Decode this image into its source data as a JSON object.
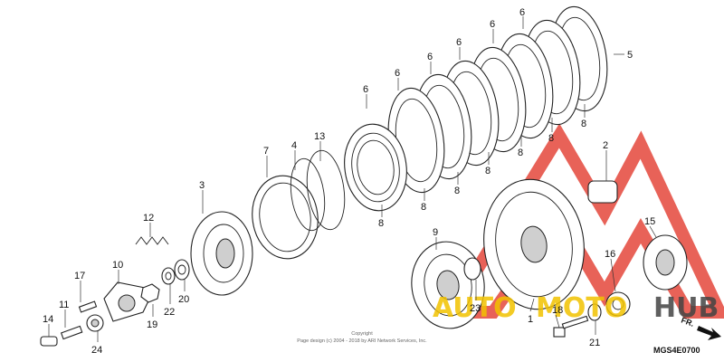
{
  "labels": {
    "l1": "1",
    "l2": "2",
    "l3": "3",
    "l4": "4",
    "l5": "5",
    "l6": "6",
    "l7": "7",
    "l8": "8",
    "l9": "9",
    "l10": "10",
    "l11": "11",
    "l12": "12",
    "l13": "13",
    "l14": "14",
    "l15": "15",
    "l16": "16",
    "l17": "17",
    "l18": "18",
    "l19": "19",
    "l20": "20",
    "l21": "21",
    "l22": "22",
    "l23": "23",
    "l24": "24"
  },
  "copyright": {
    "line1": "Copyright",
    "line2": "Page design (c) 2004 - 2018 by ARI Network Services, Inc."
  },
  "diagram_code": "MGS4E0700",
  "direction_marker": "FR.",
  "watermark": {
    "text_auto": "AUTO",
    "text_moto": "MOTO",
    "text_hub": "HUB",
    "colors": {
      "red": "#e23b2e",
      "yellow": "#f2c200",
      "gray": "#444444"
    }
  }
}
